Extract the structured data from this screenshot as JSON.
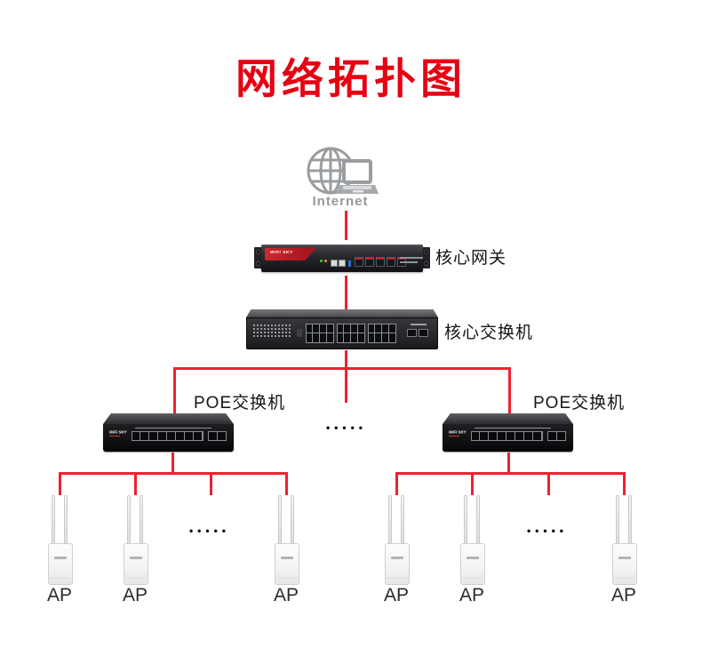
{
  "title": "网络拓扑图",
  "internet": {
    "label": "Internet"
  },
  "gateway": {
    "label": "核心网关",
    "brand": "WIFI SKY"
  },
  "core_switch": {
    "label": "核心交换机"
  },
  "poe_switch_left": {
    "label": "POE交换机",
    "brand": "WIFI SKY"
  },
  "poe_switch_right": {
    "label": "POE交换机",
    "brand": "WIFI SKY"
  },
  "ellipsis_mid": "•••••",
  "ellipsis_ap_left": "•••••",
  "ellipsis_ap_right": "•••••",
  "ap_labels": [
    "AP",
    "AP",
    "AP",
    "AP",
    "AP",
    "AP"
  ],
  "colors": {
    "title_red": "#e60113",
    "line_red": "#ee2130",
    "label_dark": "#161616",
    "internet_gray": "#97989a"
  }
}
